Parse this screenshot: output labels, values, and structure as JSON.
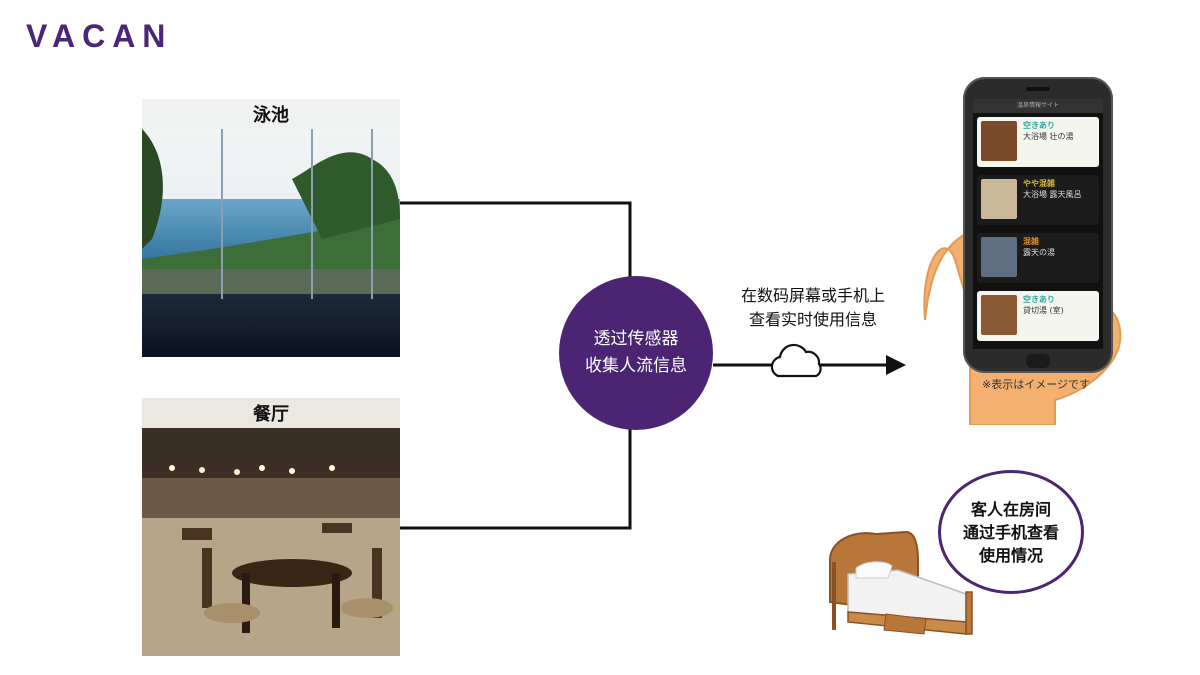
{
  "logo": "VACAN",
  "sources": [
    {
      "label": "泳池"
    },
    {
      "label": "餐厅"
    }
  ],
  "center": {
    "line1": "透过传感器",
    "line2": "收集人流信息"
  },
  "caption": {
    "line1": "在数码屏幕或手机上",
    "line2": "查看实时使用信息"
  },
  "phone": {
    "header": "温泉情報サイト",
    "cards": [
      {
        "status": "空きあり",
        "name": "大浴場 壮の湯",
        "style": "light",
        "status_color": "#2aa9a0"
      },
      {
        "status": "やや混雑",
        "name": "大浴場 露天風呂",
        "style": "dark",
        "status_color": "#d7b53a"
      },
      {
        "status": "混雑",
        "name": "露天の湯",
        "style": "dark",
        "status_color": "#e08a2a"
      },
      {
        "status": "空きあり",
        "name": "貸切湯 (室)",
        "style": "light",
        "status_color": "#2aa9a0"
      }
    ],
    "note": "※表示はイメージです"
  },
  "guest": {
    "line1": "客人在房间",
    "line2": "通过手机查看",
    "line3": "使用情况"
  },
  "colors": {
    "brand": "#4b2573",
    "line": "#111111"
  }
}
